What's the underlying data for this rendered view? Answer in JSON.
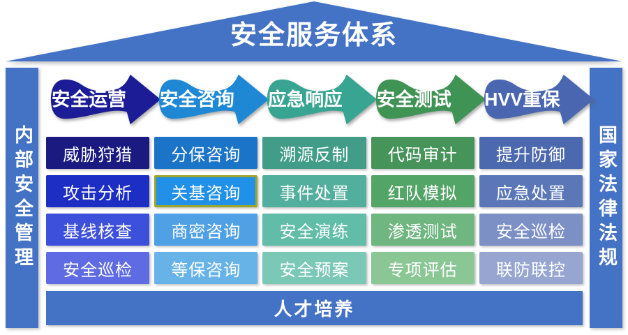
{
  "title": "安全服务体系",
  "left_pillar": "内部安全管理",
  "right_pillar": "国家法律法规",
  "bottom_bar": "人才培养",
  "colors": {
    "frame_blue": "#4472C4",
    "highlight_border": "#9EA62A",
    "text_on_fill": "#FFFFFF"
  },
  "columns": [
    {
      "header": "安全运营",
      "arrow_color": "#1C1C96",
      "items": [
        {
          "label": "威胁狩猎",
          "color": "#1A1A80"
        },
        {
          "label": "攻击分析",
          "color": "#1C2EC4"
        },
        {
          "label": "基线核查",
          "color": "#3D50DC"
        },
        {
          "label": "安全巡检",
          "color": "#5F6BE2"
        }
      ]
    },
    {
      "header": "安全咨询",
      "arrow_color": "#1E88D4",
      "items": [
        {
          "label": "分保咨询",
          "color": "#1B74C8"
        },
        {
          "label": "关基咨询",
          "color": "#2090E8",
          "border_color": "#9EA62A"
        },
        {
          "label": "商密咨询",
          "color": "#4FA0E4"
        },
        {
          "label": "等保咨询",
          "color": "#67B3E8"
        }
      ]
    },
    {
      "header": "应急响应",
      "arrow_color": "#38A492",
      "items": [
        {
          "label": "溯源反制",
          "color": "#419C88"
        },
        {
          "label": "事件处置",
          "color": "#53AF9D"
        },
        {
          "label": "安全演练",
          "color": "#61BCA8"
        },
        {
          "label": "安全预案",
          "color": "#7BC8B6"
        }
      ]
    },
    {
      "header": "安全测试",
      "arrow_color": "#3F9355",
      "items": [
        {
          "label": "代码审计",
          "color": "#46945A"
        },
        {
          "label": "红队模拟",
          "color": "#53A467"
        },
        {
          "label": "渗透测试",
          "color": "#6FB680"
        },
        {
          "label": "专项评估",
          "color": "#8AC795"
        }
      ]
    },
    {
      "header": "HVV重保",
      "arrow_color": "#4A66B0",
      "items": [
        {
          "label": "提升防御",
          "color": "#4C68AE"
        },
        {
          "label": "应急处置",
          "color": "#5B77B8"
        },
        {
          "label": "安全巡检",
          "color": "#7D90C6"
        },
        {
          "label": "联防联控",
          "color": "#96A6D0"
        }
      ]
    }
  ]
}
